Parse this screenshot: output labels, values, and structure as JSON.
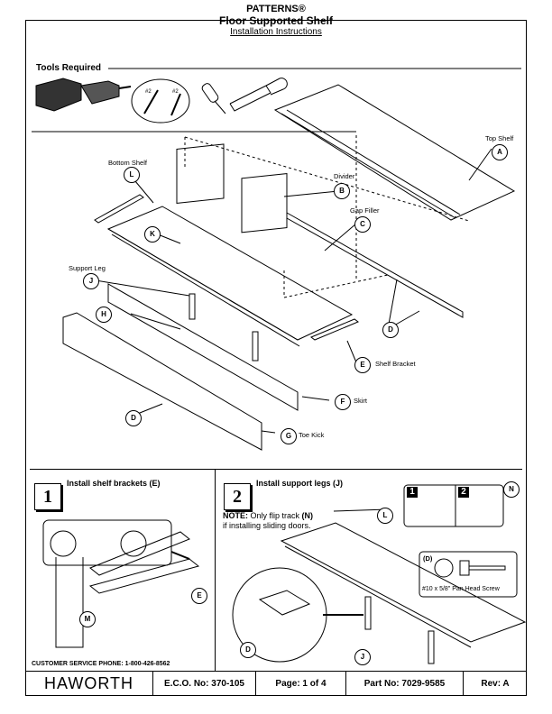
{
  "header": {
    "brand": "PATTERNS®",
    "product": "Floor Supported Shelf",
    "doc_type": "Installation Instructions"
  },
  "tools": {
    "heading": "Tools Required",
    "bit_label_1": "#2",
    "bit_label_2": "#2"
  },
  "parts": {
    "top_shelf": "Top Shelf",
    "bottom_shelf": "Bottom Shelf",
    "divider": "Divider",
    "gap_filler": "Gap Filler",
    "support_leg": "Support Leg",
    "shelf_bracket": "Shelf Bracket",
    "skirt": "Skirt",
    "toe_kick": "Toe Kick"
  },
  "callouts": [
    "A",
    "B",
    "C",
    "D",
    "E",
    "F",
    "G",
    "H",
    "J",
    "K",
    "L"
  ],
  "step1": {
    "number": "1",
    "title": "Install shelf brackets (E)",
    "callout_e": "E",
    "callout_m": "M"
  },
  "step2": {
    "number": "2",
    "title": "Install support legs (J)",
    "note_bold": "NOTE:",
    "note_text_1": " Only flip track ",
    "note_n": "(N)",
    "note_text_2": "if installing sliding doors.",
    "inset_1": "1",
    "inset_2": "2",
    "callout_n": "N",
    "callout_l": "L",
    "callout_d": "D",
    "callout_j": "J",
    "screw_callout": "(D)",
    "screw_spec": "#10 x 5/8\" Pan Head Screw"
  },
  "customer_service": "CUSTOMER SERVICE PHONE: 1-800-426-8562",
  "footer": {
    "logo": "HAWORTH",
    "eco": "E.C.O. No: 370-105",
    "page": "Page:  1 of 4",
    "part": "Part No:  7029-9585",
    "rev": "Rev:  A"
  }
}
